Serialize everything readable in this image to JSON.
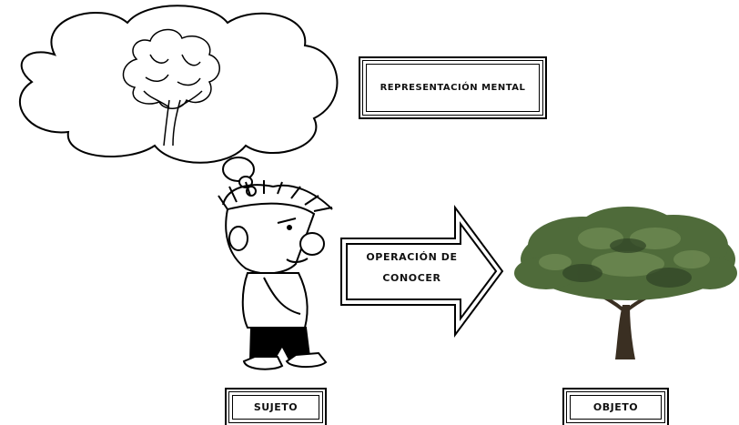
{
  "labels": {
    "mental_representation": "Representación Mental",
    "operation_line1": "Operación de",
    "operation_line2": "Conocer",
    "subject": "Sujeto",
    "object": "Objeto"
  }
}
